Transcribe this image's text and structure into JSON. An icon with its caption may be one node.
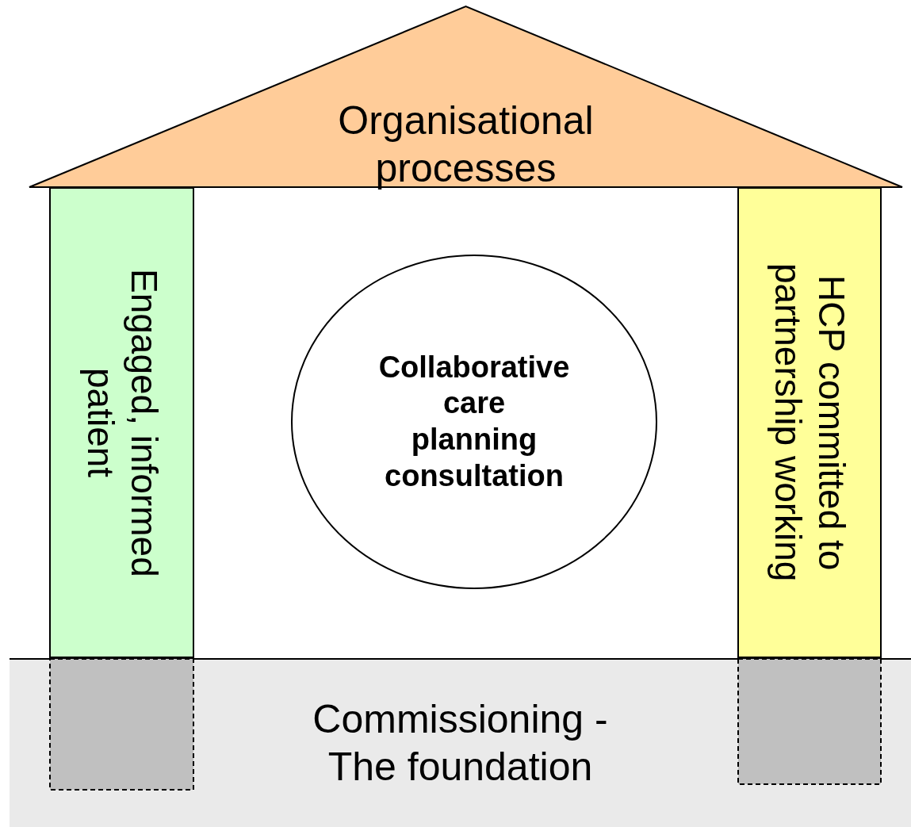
{
  "diagram": {
    "nodes": [
      {
        "text": [
          "Organisational processes"
        ]
      },
      {
        "text": [
          "Engaged, informed patient"
        ]
      },
      {
        "text": [
          "Collaborative care planning consultation"
        ]
      },
      {
        "text": [
          "HCP committed to partnership working"
        ]
      },
      {
        "text": [
          "Commissioning - The foundation"
        ]
      },
      {
        "text": [],
        "shape": "box",
        "in": 4
      },
      {
        "text": [],
        "shape": "box",
        "in": 4
      }
    ],
    "edges": []
  }
}
